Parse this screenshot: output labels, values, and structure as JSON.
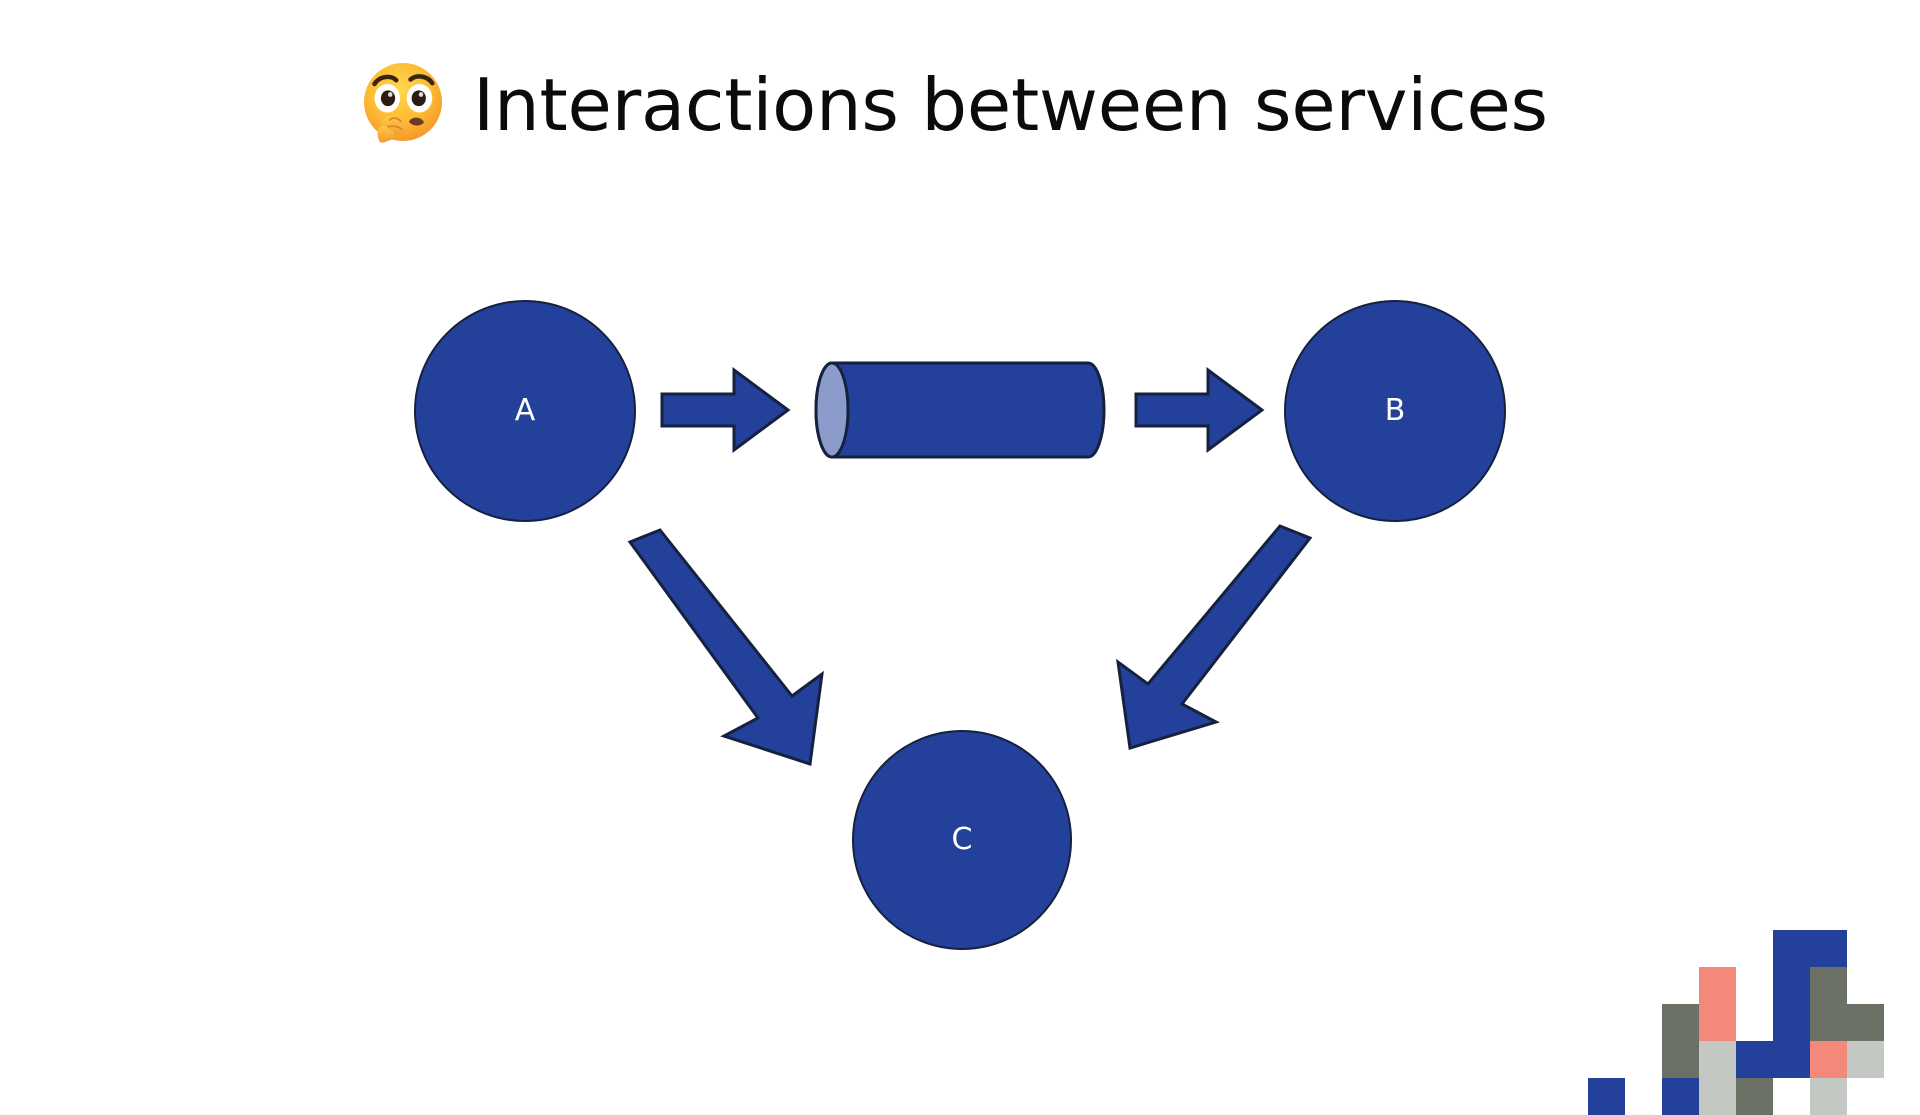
{
  "slide": {
    "title": "Interactions between services",
    "title_emoji": "face-with-peeking-eye-emoji",
    "background_color": "#ffffff",
    "title_color": "#0b0b0b"
  },
  "diagram": {
    "type": "service-interaction-diagram",
    "accent_color": "#23409A",
    "outline_color": "#16213f",
    "node_label_color": "#ffffff",
    "cylinder_cap_color": "#8b9ccb",
    "nodes": [
      {
        "id": "a",
        "label": "A",
        "name": "service-node-a",
        "shape": "circle"
      },
      {
        "id": "b",
        "label": "B",
        "name": "service-node-b",
        "shape": "circle"
      },
      {
        "id": "c",
        "label": "C",
        "name": "service-node-c",
        "shape": "circle"
      }
    ],
    "queue": {
      "id": "queue",
      "label": "",
      "name": "message-queue-cylinder",
      "shape": "cylinder"
    },
    "edges": [
      {
        "from": "a",
        "to": "queue",
        "name": "arrow-a-to-queue",
        "direction": "right"
      },
      {
        "from": "queue",
        "to": "b",
        "name": "arrow-queue-to-b",
        "direction": "right"
      },
      {
        "from": "a",
        "to": "c",
        "name": "arrow-a-to-c",
        "direction": "down-right"
      },
      {
        "from": "b",
        "to": "c",
        "name": "arrow-b-to-c",
        "direction": "down-left"
      }
    ]
  },
  "decoration": {
    "name": "pixel-mosaic",
    "cell_size": 37,
    "palette": {
      "blue": "#23409A",
      "salmon": "#F4897B",
      "olive": "#6B7265",
      "light_gray": "#C3C8C2"
    },
    "cells": [
      {
        "col": 5,
        "row": 0,
        "color": "#23409A"
      },
      {
        "col": 5,
        "row": 1,
        "color": "#23409A"
      },
      {
        "col": 6,
        "row": 0,
        "color": "#23409A"
      },
      {
        "col": 6,
        "row": 1,
        "color": "#6B7265"
      },
      {
        "col": 6,
        "row": 2,
        "color": "#6B7265"
      },
      {
        "col": 3,
        "row": 1,
        "color": "#F4897B"
      },
      {
        "col": 3,
        "row": 2,
        "color": "#F4897B"
      },
      {
        "col": 2,
        "row": 2,
        "color": "#6B7265"
      },
      {
        "col": 2,
        "row": 3,
        "color": "#6B7265"
      },
      {
        "col": 4,
        "row": 3,
        "color": "#23409A"
      },
      {
        "col": 5,
        "row": 3,
        "color": "#23409A"
      },
      {
        "col": 5,
        "row": 2,
        "color": "#23409A"
      },
      {
        "col": 6,
        "row": 3,
        "color": "#F4897B"
      },
      {
        "col": 3,
        "row": 3,
        "color": "#C3C8C2"
      },
      {
        "col": 0,
        "row": 4,
        "color": "#23409A"
      },
      {
        "col": 2,
        "row": 4,
        "color": "#23409A"
      },
      {
        "col": 3,
        "row": 4,
        "color": "#C3C8C2"
      },
      {
        "col": 4,
        "row": 4,
        "color": "#6B7265"
      },
      {
        "col": 6,
        "row": 4,
        "color": "#C3C8C2"
      },
      {
        "col": 7,
        "row": 3,
        "color": "#C3C8C2"
      },
      {
        "col": 7,
        "row": 2,
        "color": "#6B7265"
      }
    ]
  }
}
